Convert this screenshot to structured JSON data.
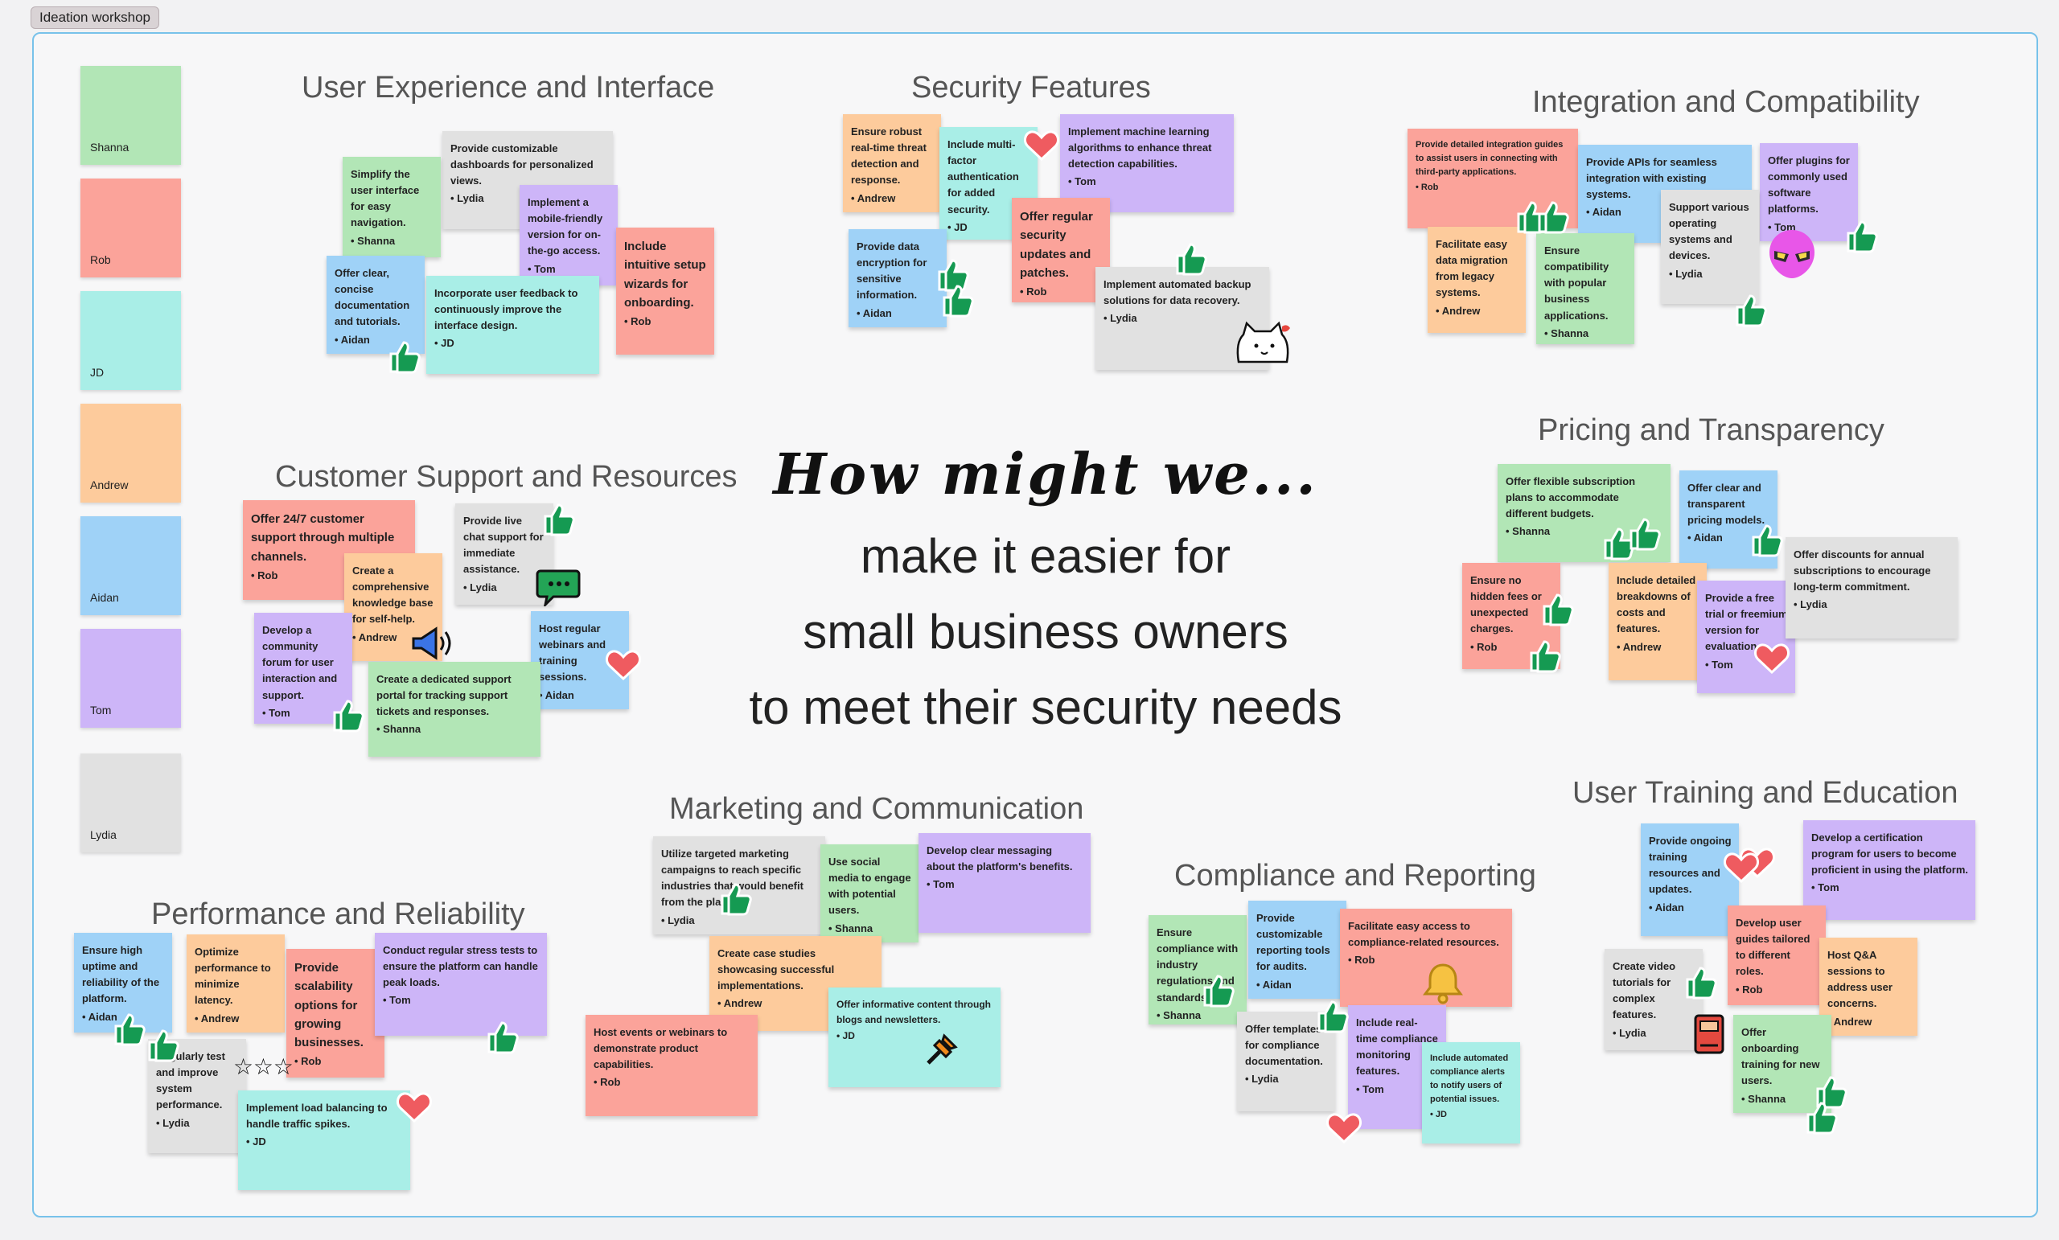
{
  "board": {
    "label": "Ideation workshop"
  },
  "colors": {
    "frame": "#78c2ea",
    "thumb": "#159a52",
    "heart": "#ef5b60"
  },
  "legend": [
    {
      "name": "Shanna",
      "color": "green"
    },
    {
      "name": "Rob",
      "color": "red"
    },
    {
      "name": "JD",
      "color": "cyan"
    },
    {
      "name": "Andrew",
      "color": "orange"
    },
    {
      "name": "Aidan",
      "color": "blue"
    },
    {
      "name": "Tom",
      "color": "purple"
    },
    {
      "name": "Lydia",
      "color": "gray"
    }
  ],
  "prompt": {
    "lead": "How might we...",
    "line1": "make it easier for",
    "line2": "small business owners",
    "line3": "to meet their security needs"
  },
  "sections": {
    "ux": "User Experience and Interface",
    "security": "Security Features",
    "integration": "Integration and Compatibility",
    "support": "Customer Support and Resources",
    "pricing": "Pricing and Transparency",
    "marketing": "Marketing and Communication",
    "training": "User Training and Education",
    "compliance": "Compliance and Reporting",
    "performance": "Performance and Reliability"
  },
  "notes": {
    "ux": [
      {
        "text": "Provide customizable dashboards for personalized views.",
        "author": "Lydia"
      },
      {
        "text": "Simplify the user interface for easy navigation.",
        "author": "Shanna"
      },
      {
        "text": "Implement a mobile-friendly version for on-the-go access.",
        "author": "Tom"
      },
      {
        "text": "Include intuitive setup wizards for onboarding.",
        "author": "Rob"
      },
      {
        "text": "Offer clear, concise documentation and tutorials.",
        "author": "Aidan"
      },
      {
        "text": "Incorporate user feedback to continuously improve the interface design.",
        "author": "JD"
      }
    ],
    "security": [
      {
        "text": "Ensure robust real-time threat detection and response.",
        "author": "Andrew"
      },
      {
        "text": "Include multi-factor authentication for added security.",
        "author": "JD"
      },
      {
        "text": "Implement machine learning algorithms to enhance threat detection capabilities.",
        "author": "Tom"
      },
      {
        "text": "Provide data encryption for sensitive information.",
        "author": "Aidan"
      },
      {
        "text": "Offer regular security updates and patches.",
        "author": "Rob"
      },
      {
        "text": "Implement automated backup solutions for data recovery.",
        "author": "Lydia"
      }
    ],
    "integration": [
      {
        "text": "Provide detailed integration guides to assist users in connecting with third-party applications.",
        "author": "Rob"
      },
      {
        "text": "Provide APIs for seamless integration with existing systems.",
        "author": "Aidan"
      },
      {
        "text": "Offer plugins for commonly used software platforms.",
        "author": "Tom"
      },
      {
        "text": "Facilitate easy data migration from legacy systems.",
        "author": "Andrew"
      },
      {
        "text": "Ensure compatibility with popular business applications.",
        "author": "Shanna"
      },
      {
        "text": "Support various operating systems and devices.",
        "author": "Lydia"
      }
    ],
    "support": [
      {
        "text": "Offer 24/7 customer support through multiple channels.",
        "author": "Rob"
      },
      {
        "text": "Provide live chat support for immediate assistance.",
        "author": "Lydia"
      },
      {
        "text": "Create a comprehensive knowledge base for self-help.",
        "author": "Andrew"
      },
      {
        "text": "Develop a community forum for user interaction and support.",
        "author": "Tom"
      },
      {
        "text": "Host regular webinars and training sessions.",
        "author": "Aidan"
      },
      {
        "text": "Create a dedicated support portal for tracking support tickets and responses.",
        "author": "Shanna"
      }
    ],
    "pricing": [
      {
        "text": "Offer flexible subscription plans to accommodate different budgets.",
        "author": "Shanna"
      },
      {
        "text": "Offer clear and transparent pricing models.",
        "author": "Aidan"
      },
      {
        "text": "Ensure no hidden fees or unexpected charges.",
        "author": "Rob"
      },
      {
        "text": "Include detailed breakdowns of costs and features.",
        "author": "Andrew"
      },
      {
        "text": "Provide a free trial or freemium version for evaluation.",
        "author": "Tom"
      },
      {
        "text": "Offer discounts for annual subscriptions to encourage long-term commitment.",
        "author": "Lydia"
      }
    ],
    "marketing": [
      {
        "text": "Utilize targeted marketing campaigns to reach specific industries that would benefit from the platform.",
        "author": "Lydia"
      },
      {
        "text": "Use social media to engage with potential users.",
        "author": "Shanna"
      },
      {
        "text": "Develop clear messaging about the platform's benefits.",
        "author": "Tom"
      },
      {
        "text": "Create case studies showcasing successful implementations.",
        "author": "Andrew"
      },
      {
        "text": "Offer informative content through blogs and newsletters.",
        "author": "JD"
      },
      {
        "text": "Host events or webinars to demonstrate product capabilities.",
        "author": "Rob"
      }
    ],
    "training": [
      {
        "text": "Provide ongoing training resources and updates.",
        "author": "Aidan"
      },
      {
        "text": "Develop a certification program for users to become proficient in using the platform.",
        "author": "Tom"
      },
      {
        "text": "Develop user guides tailored to different roles.",
        "author": "Rob"
      },
      {
        "text": "Host Q&A sessions to address user concerns.",
        "author": "Andrew"
      },
      {
        "text": "Create video tutorials for complex features.",
        "author": "Lydia"
      },
      {
        "text": "Offer onboarding training for new users.",
        "author": "Shanna"
      }
    ],
    "compliance": [
      {
        "text": "Ensure compliance with industry regulations and standards.",
        "author": "Shanna"
      },
      {
        "text": "Provide customizable reporting tools for audits.",
        "author": "Aidan"
      },
      {
        "text": "Facilitate easy access to compliance-related resources.",
        "author": "Rob"
      },
      {
        "text": "Offer templates for compliance documentation.",
        "author": "Lydia"
      },
      {
        "text": "Include real-time compliance monitoring features.",
        "author": "Tom"
      },
      {
        "text": "Include automated compliance alerts to notify users of potential issues.",
        "author": "JD"
      }
    ],
    "performance": [
      {
        "text": "Ensure high uptime and reliability of the platform.",
        "author": "Aidan"
      },
      {
        "text": "Optimize performance to minimize latency.",
        "author": "Andrew"
      },
      {
        "text": "Provide scalability options for growing businesses.",
        "author": "Rob"
      },
      {
        "text": "Conduct regular stress tests to ensure the platform can handle peak loads.",
        "author": "Tom"
      },
      {
        "text": "Regularly test and improve system performance.",
        "author": "Lydia"
      },
      {
        "text": "Implement load balancing to handle traffic spikes.",
        "author": "JD"
      }
    ]
  },
  "reactions": {
    "thumbs_up": "thumbs-up",
    "heart": "heart",
    "stars": "☆ ☆ ☆",
    "bell": "🔔"
  }
}
